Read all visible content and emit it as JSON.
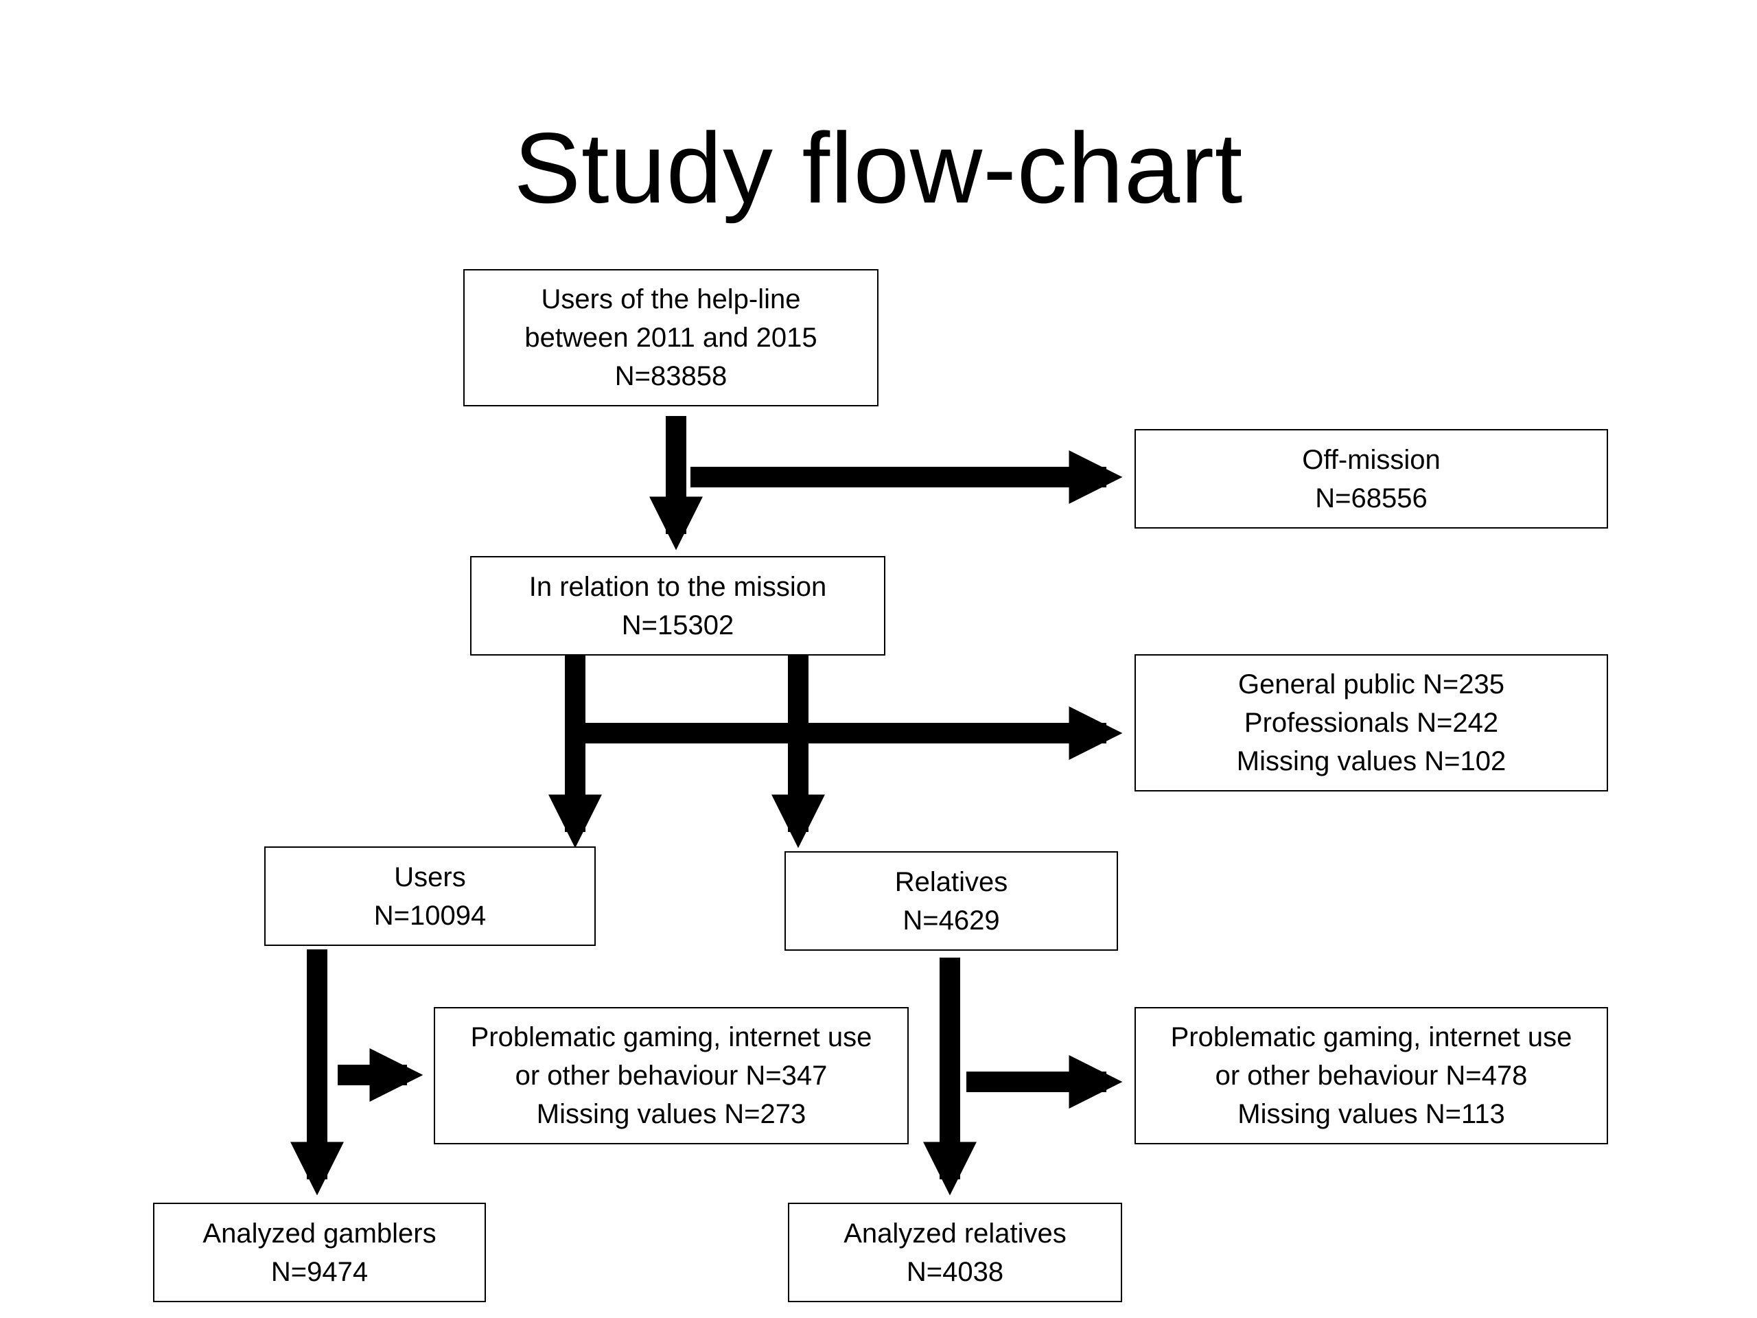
{
  "title": "Study flow-chart",
  "nodes": {
    "helpline_users": {
      "lines": [
        "Users of the help-line",
        "between 2011 and 2015",
        "N=83858"
      ]
    },
    "off_mission": {
      "lines": [
        "Off-mission",
        "N=68556"
      ]
    },
    "in_relation_mission": {
      "lines": [
        "In relation to the mission",
        "N=15302"
      ]
    },
    "excluded_public": {
      "lines": [
        "General public N=235",
        "Professionals N=242",
        "Missing values N=102"
      ]
    },
    "users": {
      "lines": [
        "Users",
        "N=10094"
      ]
    },
    "relatives": {
      "lines": [
        "Relatives",
        "N=4629"
      ]
    },
    "excluded_users": {
      "lines": [
        "Problematic gaming, internet use",
        "or other behaviour N=347",
        "Missing values N=273"
      ]
    },
    "excluded_relatives": {
      "lines": [
        "Problematic gaming, internet use",
        "or other behaviour N=478",
        "Missing values N=113"
      ]
    },
    "analyzed_gamblers": {
      "lines": [
        "Analyzed gamblers",
        "N=9474"
      ]
    },
    "analyzed_relatives": {
      "lines": [
        "Analyzed relatives",
        "N=4038"
      ]
    }
  },
  "edges": [
    {
      "from": "helpline_users",
      "to": "in_relation_mission"
    },
    {
      "from": "helpline_users",
      "to": "off_mission"
    },
    {
      "from": "in_relation_mission",
      "to": "users"
    },
    {
      "from": "in_relation_mission",
      "to": "relatives"
    },
    {
      "from": "in_relation_mission",
      "to": "excluded_public"
    },
    {
      "from": "users",
      "to": "analyzed_gamblers"
    },
    {
      "from": "users",
      "to": "excluded_users"
    },
    {
      "from": "relatives",
      "to": "analyzed_relatives"
    },
    {
      "from": "relatives",
      "to": "excluded_relatives"
    }
  ]
}
